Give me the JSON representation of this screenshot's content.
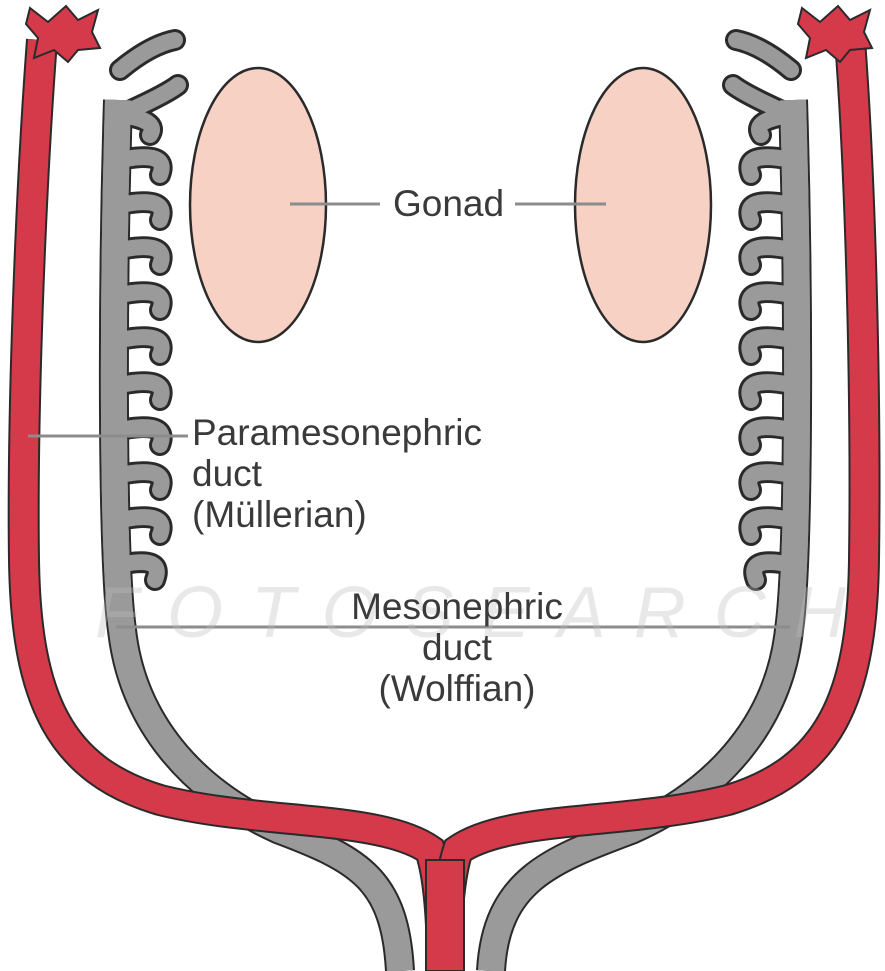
{
  "labels": {
    "gonad": "Gonad",
    "paramesonephric": [
      "Paramesonephric",
      "duct",
      "(Müllerian)"
    ],
    "mesonephric": [
      "Mesonephric",
      "duct",
      "(Wolffian)"
    ]
  },
  "watermark": "FOTOSEARCH",
  "colors": {
    "paramesonephric_duct": "#d43a4a",
    "mesonephric_duct": "#9a9a9a",
    "gonad_fill": "#f6d1c4",
    "outline": "#2a2a2a",
    "leader_line": "#8c8c8c"
  }
}
